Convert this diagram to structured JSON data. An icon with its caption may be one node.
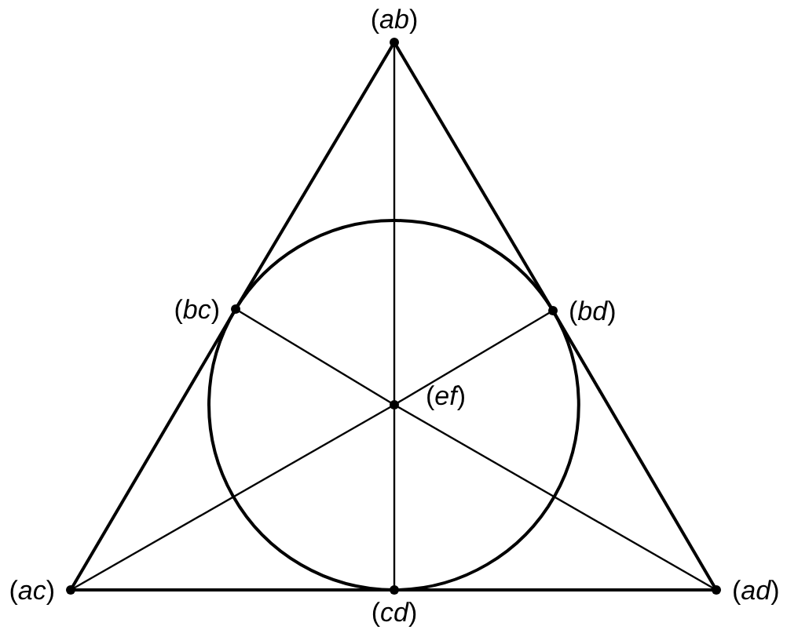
{
  "diagram": {
    "nodes": [
      {
        "text": [
          "(*ab*)"
        ]
      },
      {
        "text": [
          "(*bc*)"
        ]
      },
      {
        "text": [
          "(*bd*)"
        ]
      },
      {
        "text": [
          "(*ef*)"
        ]
      },
      {
        "text": [
          "(*ac*)"
        ]
      },
      {
        "text": [
          "(*cd*)"
        ]
      },
      {
        "text": [
          "(*ad*)"
        ]
      }
    ],
    "edges": [
      {
        "from": 0,
        "to": 1,
        "arrow": "none"
      },
      {
        "from": 1,
        "to": 4,
        "arrow": "none"
      },
      {
        "from": 0,
        "to": 2,
        "arrow": "none"
      },
      {
        "from": 2,
        "to": 6,
        "arrow": "none"
      },
      {
        "from": 4,
        "to": 5,
        "arrow": "none"
      },
      {
        "from": 5,
        "to": 6,
        "arrow": "none"
      },
      {
        "from": 0,
        "to": 3,
        "arrow": "none"
      },
      {
        "from": 3,
        "to": 5,
        "arrow": "none"
      },
      {
        "from": 4,
        "to": 3,
        "arrow": "none"
      },
      {
        "from": 3,
        "to": 2,
        "arrow": "none"
      },
      {
        "from": 6,
        "to": 3,
        "arrow": "none"
      },
      {
        "from": 3,
        "to": 1,
        "arrow": "none"
      },
      {
        "from": 1,
        "to": 2,
        "arrow": "none"
      },
      {
        "from": 2,
        "to": 5,
        "arrow": "none"
      },
      {
        "from": 5,
        "to": 1,
        "arrow": "none"
      }
    ]
  }
}
